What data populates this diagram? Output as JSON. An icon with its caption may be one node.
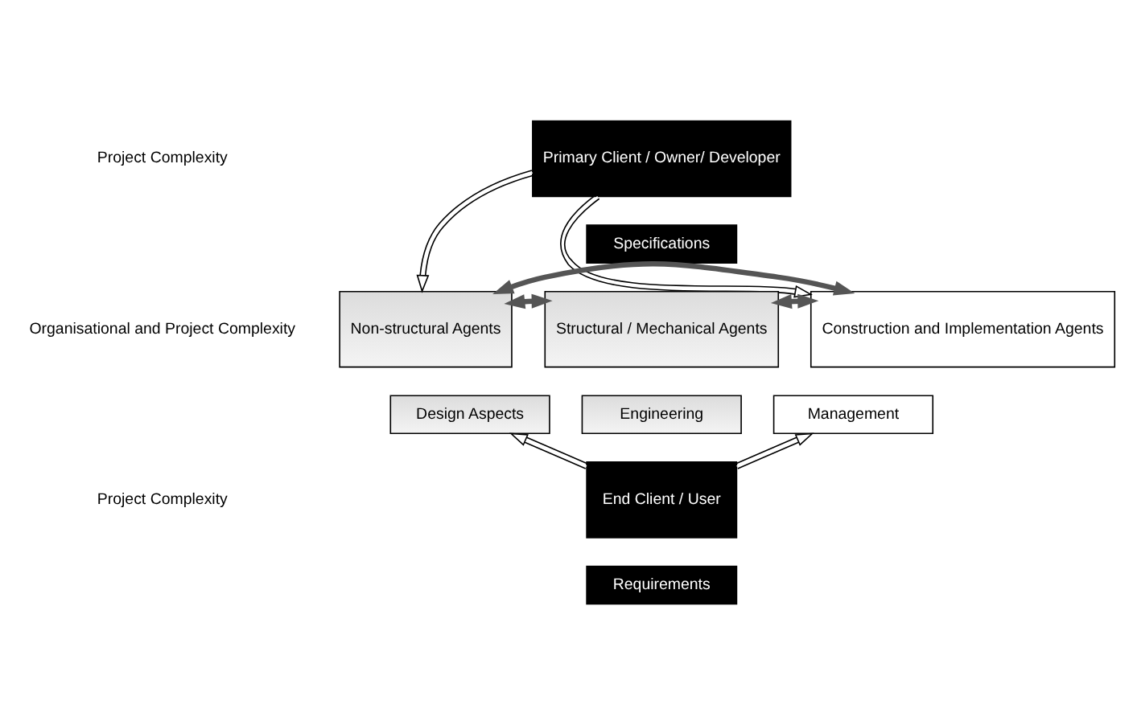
{
  "diagram": {
    "nodes": [
      {
        "text": [
          "Primary Client / Owner/ Developer"
        ]
      },
      {
        "text": [
          "Specifications"
        ]
      },
      {
        "text": [
          "Non-structural Agents"
        ]
      },
      {
        "text": [
          "Structural / Mechanical Agents"
        ]
      },
      {
        "text": [
          "Construction and Implementation Agents"
        ]
      },
      {
        "text": [
          "Design Aspects"
        ]
      },
      {
        "text": [
          "Engineering"
        ]
      },
      {
        "text": [
          "Management"
        ]
      },
      {
        "text": [
          "End Client / User"
        ]
      },
      {
        "text": [
          "Requirements"
        ]
      }
    ],
    "edges": [
      {
        "from": 0,
        "to": 2,
        "arrow": "to"
      },
      {
        "from": 0,
        "to": 4,
        "arrow": "to"
      },
      {
        "from": 2,
        "to": 3,
        "arrow": "both",
        "style": "thick",
        "color": "#555555"
      },
      {
        "from": 3,
        "to": 4,
        "arrow": "both",
        "style": "thick",
        "color": "#555555"
      },
      {
        "from": 2,
        "to": 4,
        "arrow": "both",
        "style": "thick",
        "color": "#555555"
      },
      {
        "from": 8,
        "to": 5,
        "arrow": "to"
      },
      {
        "from": 8,
        "to": 7,
        "arrow": "to"
      }
    ],
    "labels": [
      "Project Complexity",
      "Organisational and Project Complexity",
      "Project Complexity"
    ]
  }
}
